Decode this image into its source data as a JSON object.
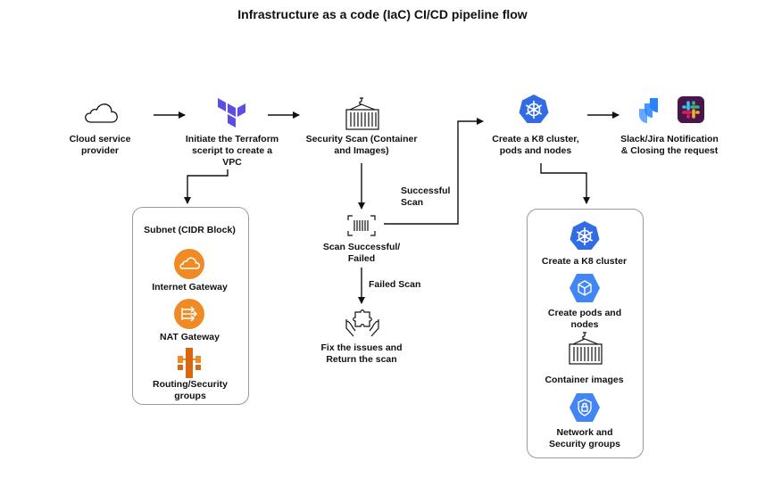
{
  "title": "Infrastructure as a code (IaC) CI/CD pipeline flow",
  "nodes": {
    "cloud": "Cloud service provider",
    "terraform": "Initiate the Terraform sceript to create a VPC",
    "scan": "Security Scan (Container and Images)",
    "k8s": "Create a K8 cluster, pods and nodes",
    "notify": "Slack/Jira Notification & Closing the request",
    "result": "Scan Successful/ Failed",
    "fix": "Fix the issues and Return the scan"
  },
  "edges": {
    "successful": "Successful Scan",
    "failed": "Failed Scan"
  },
  "vpc_panel": {
    "title": "Subnet (CIDR Block)",
    "items": [
      "Internet Gateway",
      "NAT Gateway",
      "Routing/Security groups"
    ]
  },
  "k8s_panel": {
    "items": [
      "Create a K8 cluster",
      "Create pods and nodes",
      "Container images",
      "Network and Security groups"
    ]
  },
  "colors": {
    "terraform": "#5c4ee5",
    "aws_orange": "#f08a24",
    "k8s_blue": "#326ce5",
    "gcp_blue": "#4285f4",
    "jira_blue": "#2684ff",
    "slack_bg": "#4a154b"
  }
}
